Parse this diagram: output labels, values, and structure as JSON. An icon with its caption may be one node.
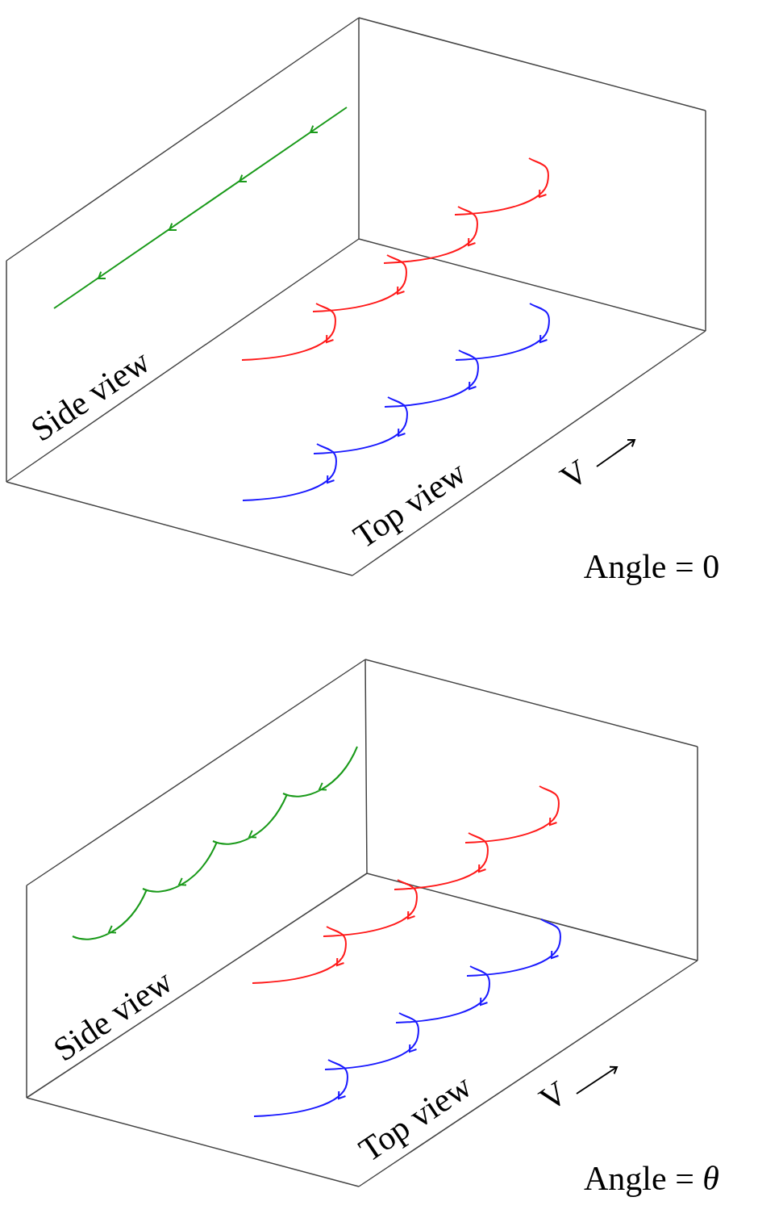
{
  "diagram": {
    "labels": [
      "Side view",
      "Top view",
      "V",
      "Angle = 0",
      "Side view",
      "Top view",
      "V",
      "Angle = *θ*"
    ]
  }
}
